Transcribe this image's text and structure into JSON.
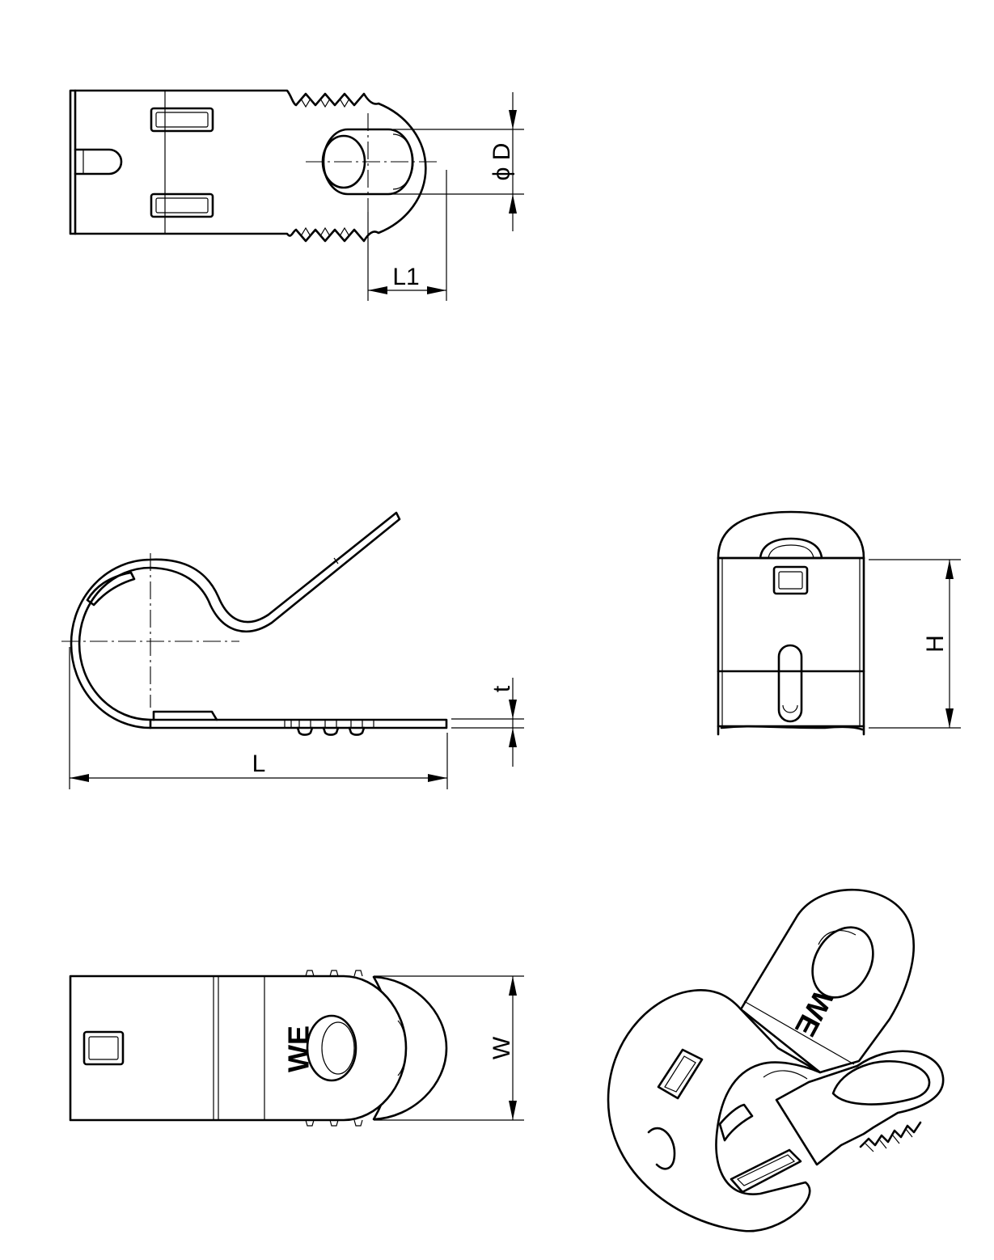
{
  "dimensions": {
    "diameter": "ϕ D",
    "l1": "L1",
    "t": "t",
    "l": "L",
    "h": "H",
    "w": "W"
  },
  "marking": "WE"
}
